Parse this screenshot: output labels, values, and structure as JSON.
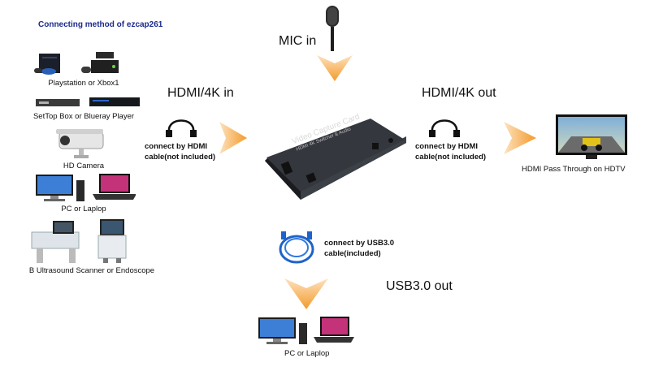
{
  "title": "Connecting method of ezcap261",
  "inputs": {
    "mic": "MIC in",
    "hdmi_in": "HDMI/4K in",
    "hdmi_in_cable": [
      "connect by HDMI",
      "cable(not included)"
    ]
  },
  "outputs": {
    "hdmi_out": "HDMI/4K out",
    "hdmi_out_cable": [
      "connect by HDMI",
      "cable(not included)"
    ],
    "hdtv": "HDMI Pass Through on HDTV",
    "usb_out": "USB3.0 out",
    "usb_cable": [
      "connect by USB3.0",
      "cable(included)"
    ],
    "pc": "PC or Laplop"
  },
  "sources": [
    {
      "label": "Playstation or Xbox1"
    },
    {
      "label": "SetTop Box or Blueray Player"
    },
    {
      "label": "HD Camera"
    },
    {
      "label": "PC or Laplop"
    },
    {
      "label": "B Ultrasound Scanner or Endoscope"
    }
  ],
  "device": {
    "name": "Video Capture Card",
    "subtitle": "HDMI 4K Switcher & Audio"
  },
  "colors": {
    "arrow": "#f39a2a",
    "title": "#1a2a8c",
    "usb_cable": "#1e63c9",
    "device": "#2b2e33"
  }
}
